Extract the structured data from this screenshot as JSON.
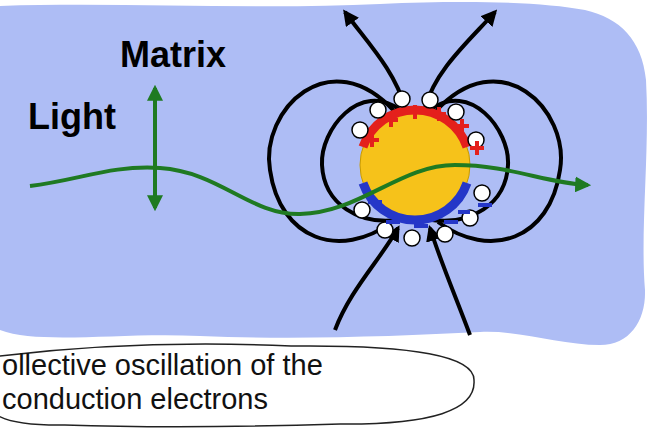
{
  "diagram": {
    "nodes": [
      {
        "text": [
          "ollective oscillation of the conduction electrons"
        ]
      }
    ],
    "labels": [
      "Matrix",
      "Light"
    ]
  }
}
